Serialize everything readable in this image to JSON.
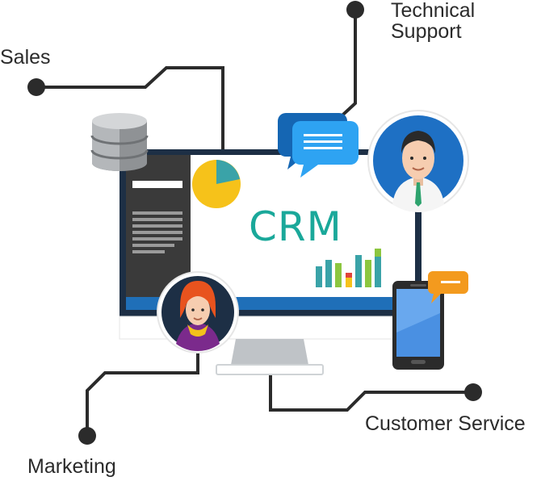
{
  "labels": {
    "sales": "Sales",
    "technical_support_line1": "Technical",
    "technical_support_line2": "Support",
    "customer_service": "Customer Service",
    "marketing": "Marketing"
  },
  "screen": {
    "title": "CRM"
  },
  "colors": {
    "line": "#2b2b2b",
    "accent_teal": "#1aa89a",
    "monitor_frame": "#1d2f45",
    "screen_bg": "#ffffff",
    "sidebar": "#3a3a3a",
    "blue_bar": "#1f6fb8",
    "bubble_blue": "#1e86d6",
    "bubble_orange": "#f39a1e",
    "pie_yellow": "#f6c21a",
    "pie_teal": "#3aa3a8"
  },
  "icons": [
    "database-icon",
    "chat-bubble-icon",
    "support-agent-avatar",
    "marketing-avatar",
    "smartphone-icon",
    "pie-chart-icon",
    "bar-chart-icon"
  ]
}
